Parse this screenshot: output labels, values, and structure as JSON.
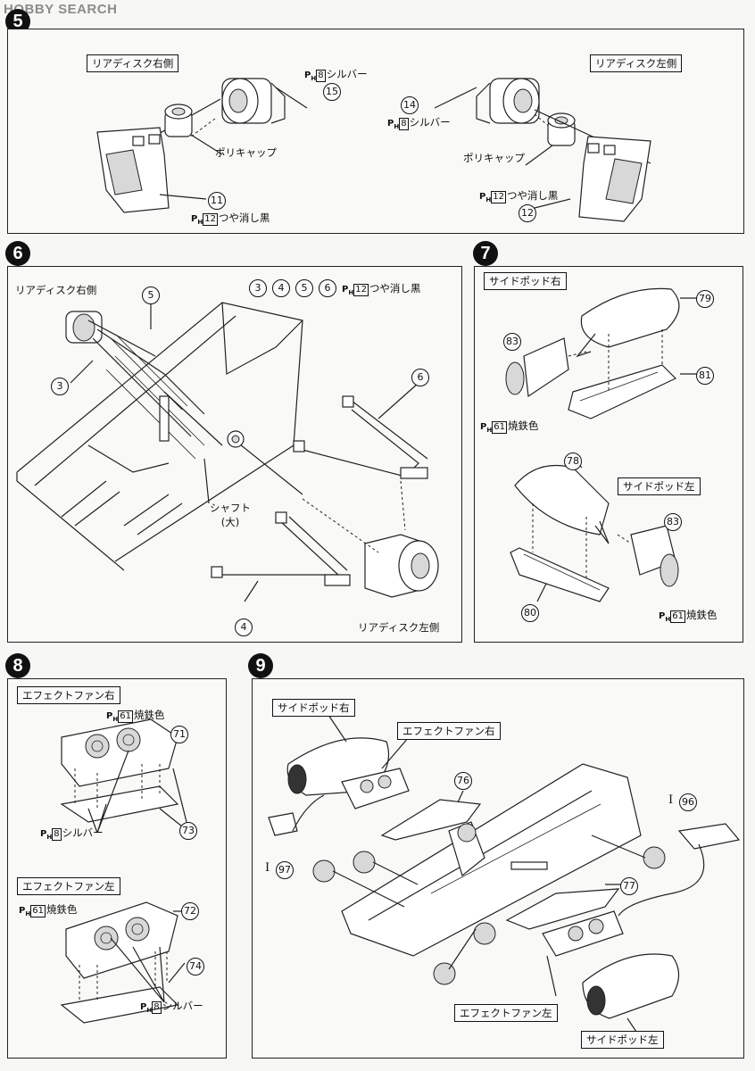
{
  "watermark": "HOBBY SEARCH",
  "step5": {
    "badge": "5",
    "label_right": "リアディスク右側",
    "label_left": "リアディスク左側",
    "polycap_right": "ポリキャップ",
    "polycap_left": "ポリキャップ",
    "paint_silver_a": "シルバー",
    "paint_silver_b": "シルバー",
    "paint_matte_a": "つや消し黒",
    "paint_matte_b": "つや消し黒",
    "code_8": "8",
    "code_12": "12",
    "part_15": "15",
    "part_14": "14",
    "part_11": "11",
    "part_12": "12"
  },
  "step6": {
    "badge": "6",
    "label_right": "リアディスク右側",
    "label_left": "リアディスク左側",
    "shaft_line1": "シャフト",
    "shaft_line2": "(大)",
    "parts_list": [
      "3",
      "4",
      "5",
      "6"
    ],
    "paint_matte": "つや消し黒",
    "code_12": "12",
    "part_5": "5",
    "part_3": "3",
    "part_6": "6",
    "part_4": "4"
  },
  "step7": {
    "badge": "7",
    "label_right": "サイドポッド右",
    "label_left": "サイドポッド左",
    "paint_a": "焼鉄色",
    "paint_b": "焼鉄色",
    "code_61": "61",
    "part_79": "79",
    "part_83a": "83",
    "part_81": "81",
    "part_78": "78",
    "part_83b": "83",
    "part_80": "80"
  },
  "step8": {
    "badge": "8",
    "label_right": "エフェクトファン右",
    "label_left": "エフェクトファン左",
    "paint_burnt_a": "焼鉄色",
    "paint_burnt_b": "焼鉄色",
    "paint_silver_a": "シルバー",
    "paint_silver_b": "シルバー",
    "code_61": "61",
    "code_8": "8",
    "part_71": "71",
    "part_73": "73",
    "part_72": "72",
    "part_74": "74"
  },
  "step9": {
    "badge": "9",
    "label_pod_right": "サイドポッド右",
    "label_fan_right": "エフェクトファン右",
    "label_fan_left": "エフェクトファン左",
    "label_pod_left": "サイドポッド左",
    "roman_i": "I",
    "part_76": "76",
    "part_77": "77",
    "part_96": "96",
    "part_97": "97"
  }
}
